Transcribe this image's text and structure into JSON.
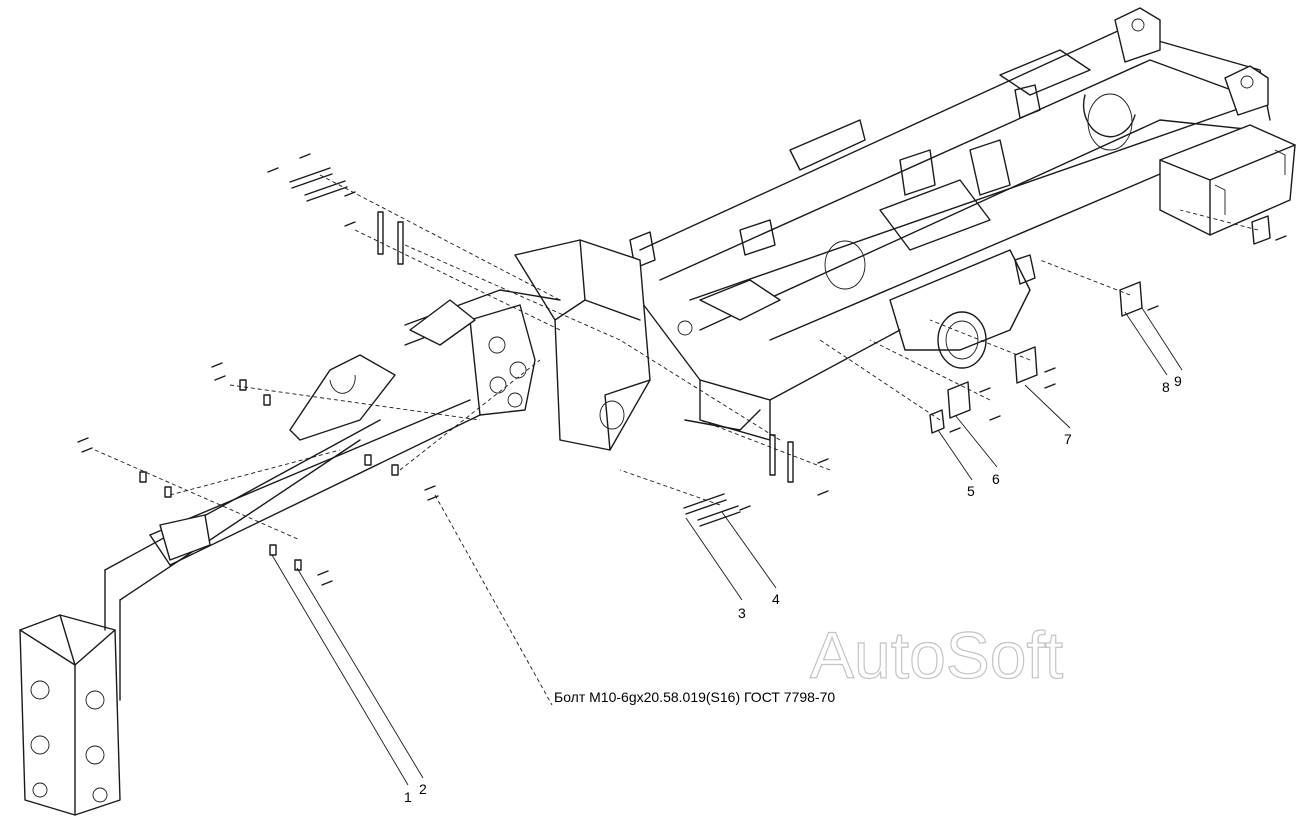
{
  "diagram": {
    "callouts": [
      "1",
      "2",
      "3",
      "4",
      "5",
      "6",
      "7",
      "8",
      "9"
    ],
    "note": "Болт М10-6gx20.58.019(S16) ГОСТ 7798-70",
    "watermark": "AutoSoft"
  },
  "colors": {
    "line": "#1a1a1a",
    "background": "#ffffff",
    "watermark_outline": "#c4c4c4"
  }
}
